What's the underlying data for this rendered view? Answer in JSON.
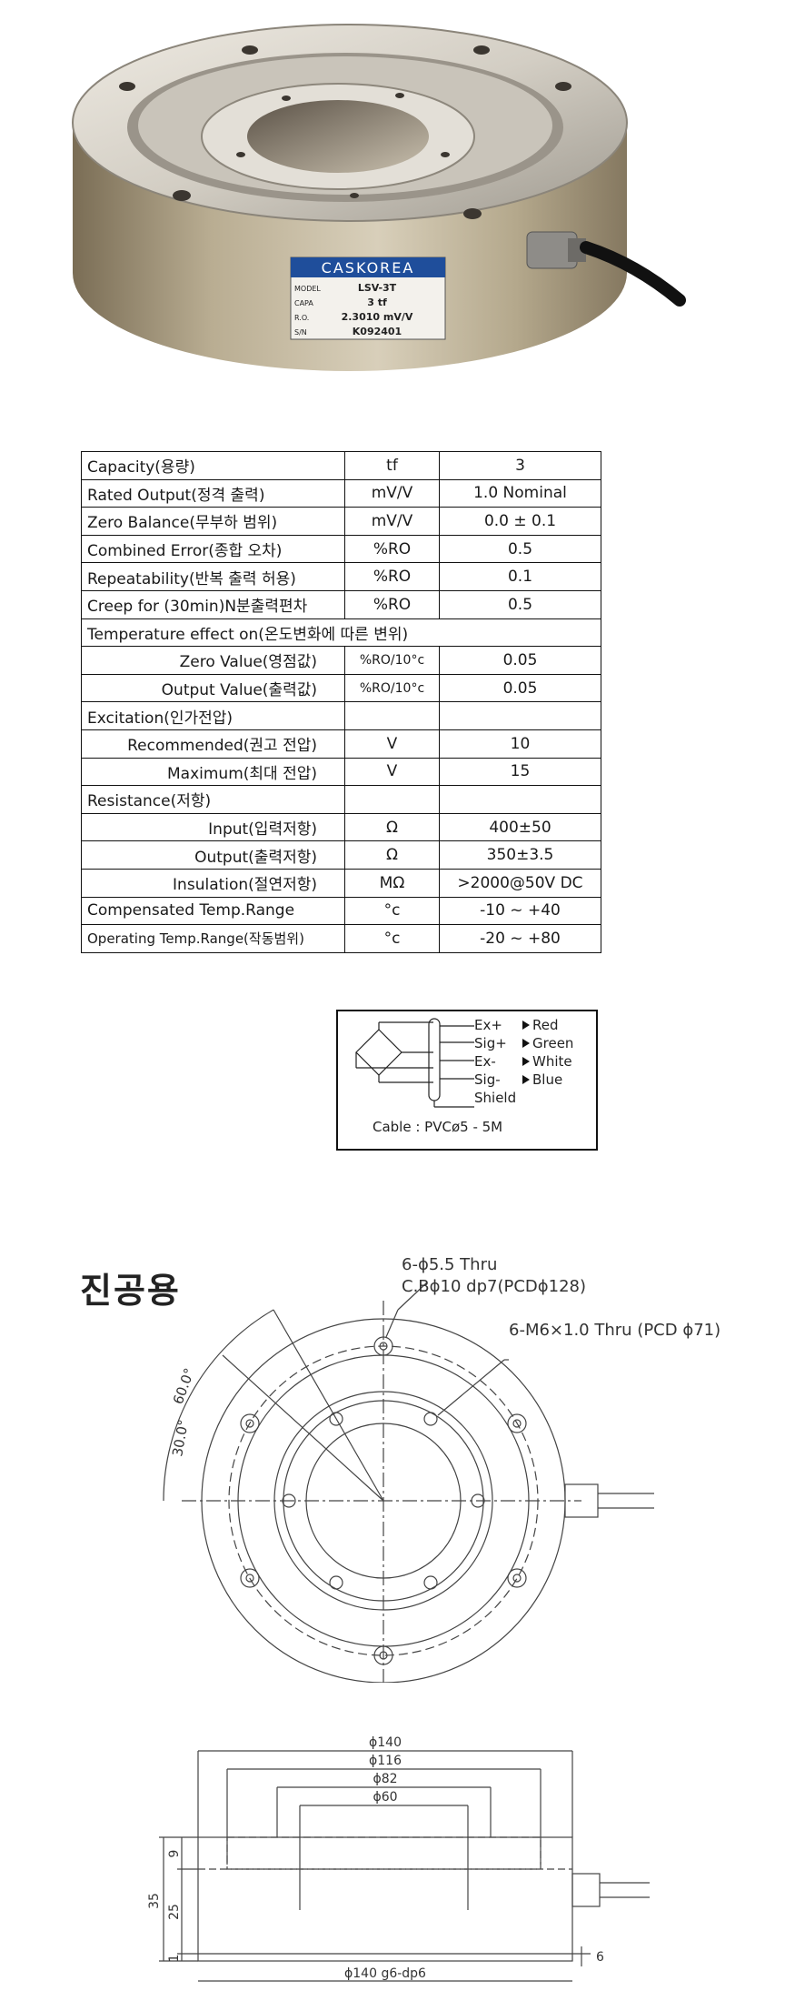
{
  "photo": {
    "brand": "CASKOREA",
    "plate_rows": [
      {
        "label": "MODEL",
        "value": "LSV-3T"
      },
      {
        "label": "CAPA",
        "value": "3 tf"
      },
      {
        "label": "R.O.",
        "value": "2.3010 mV/V"
      },
      {
        "label": "S/N",
        "value": "K092401"
      }
    ]
  },
  "spec": {
    "rows": [
      {
        "label": "Capacity(용량)",
        "unit": "tf",
        "value": "3"
      },
      {
        "label": "Rated Output(정격 출력)",
        "unit": "mV/V",
        "value": "1.0 Nominal"
      },
      {
        "label": "Zero Balance(무부하 범위)",
        "unit": "mV/V",
        "value": "0.0 ± 0.1"
      },
      {
        "label": "Combined Error(종합 오차)",
        "unit": "%RO",
        "value": "0.5"
      },
      {
        "label": "Repeatability(반복 출력 허용)",
        "unit": "%RO",
        "value": "0.1"
      },
      {
        "label": "Creep for (30min)N분출력편차",
        "unit": "%RO",
        "value": "0.5"
      },
      {
        "label": "Temperature effect on(온도변화에 따른 변위)"
      },
      {
        "label": "Zero Value(영점값)",
        "unit": "%RO/10°c",
        "value": "0.05"
      },
      {
        "label": "Output Value(출력값)",
        "unit": "%RO/10°c",
        "value": "0.05"
      },
      {
        "label": "Excitation(인가전압)",
        "unit": "",
        "value": ""
      },
      {
        "label": "Recommended(권고 전압)",
        "unit": "V",
        "value": "10"
      },
      {
        "label": "Maximum(최대 전압)",
        "unit": "V",
        "value": "15"
      },
      {
        "label": "Resistance(저항)",
        "unit": "",
        "value": ""
      },
      {
        "label": "Input(입력저항)",
        "unit": "Ω",
        "value": "400±50"
      },
      {
        "label": "Output(출력저항)",
        "unit": "Ω",
        "value": "350±3.5"
      },
      {
        "label": "Insulation(절연저항)",
        "unit": "MΩ",
        "value": ">2000@50V DC"
      },
      {
        "label": "Compensated Temp.Range",
        "unit": "°c",
        "value": "-10 ~ +40"
      },
      {
        "label": "Operating Temp.Range(작동범위)",
        "unit": "°c",
        "value": "-20 ~ +80"
      }
    ]
  },
  "wiring": {
    "wires": [
      {
        "signal": "Ex+",
        "color": "Red"
      },
      {
        "signal": "Sig+",
        "color": "Green"
      },
      {
        "signal": "Ex-",
        "color": "White"
      },
      {
        "signal": "Sig-",
        "color": "Blue"
      }
    ],
    "shield": "Shield",
    "cable": "Cable : PVCø5 - 5M"
  },
  "drawing": {
    "title": "진공용",
    "hole_note_1": "6-ϕ5.5 Thru",
    "hole_note_2": "C.Bϕ10 dp7(PCDϕ128)",
    "thread_note": "6-M6×1.0 Thru (PCD ϕ71)",
    "angle_1": "60.0°",
    "angle_2": "30.0°",
    "dims_top": [
      "ϕ140",
      "ϕ116",
      "ϕ82",
      "ϕ60"
    ],
    "dims_side": [
      "35",
      "9",
      "25",
      "1"
    ],
    "dim_right": "6",
    "dim_bottom": "ϕ140 g6-dp6"
  }
}
